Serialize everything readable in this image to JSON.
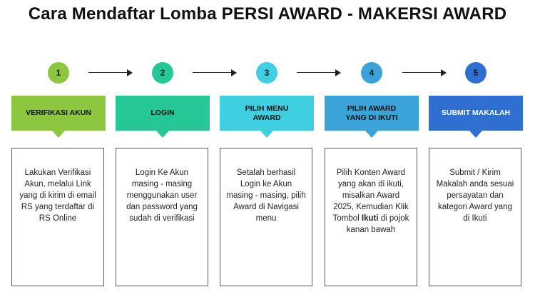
{
  "title": "Cara Mendaftar Lomba PERSI AWARD - MAKERSI AWARD",
  "steps": [
    {
      "number": "1",
      "color": "#8dc63f",
      "banner": "VERIFIKASI AKUN",
      "banner_text_light": false,
      "description": "Lakukan Verifikasi Akun, melalui Link yang di kirim di email RS yang terdaftar di RS Online"
    },
    {
      "number": "2",
      "color": "#26c796",
      "banner": "LOGIN",
      "banner_text_light": false,
      "description": "Login Ke Akun masing - masing menggunakan user dan password yang sudah di verifikasi"
    },
    {
      "number": "3",
      "color": "#3ecfe0",
      "banner": "PILIH MENU AWARD",
      "banner_text_light": false,
      "description": "Setalah berhasil Login ke Akun masing - masing, pilih Award di Navigasi menu"
    },
    {
      "number": "4",
      "color": "#3aa3d8",
      "banner": "PILIH AWARD YANG DI IKUTI",
      "banner_text_light": false,
      "description_parts": [
        "Pilih Konten Award yang akan di ikuti, misalkan Award 2025, Kemudian Klik Tombol ",
        "Ikuti",
        " di pojok kanan bawah"
      ]
    },
    {
      "number": "5",
      "color": "#2f6fd1",
      "banner": "SUBMIT MAKALAH",
      "banner_text_light": true,
      "description": "Submit / Kirim Makalah anda sesuai persayatan dan kategori Award yang di Ikuti"
    }
  ]
}
